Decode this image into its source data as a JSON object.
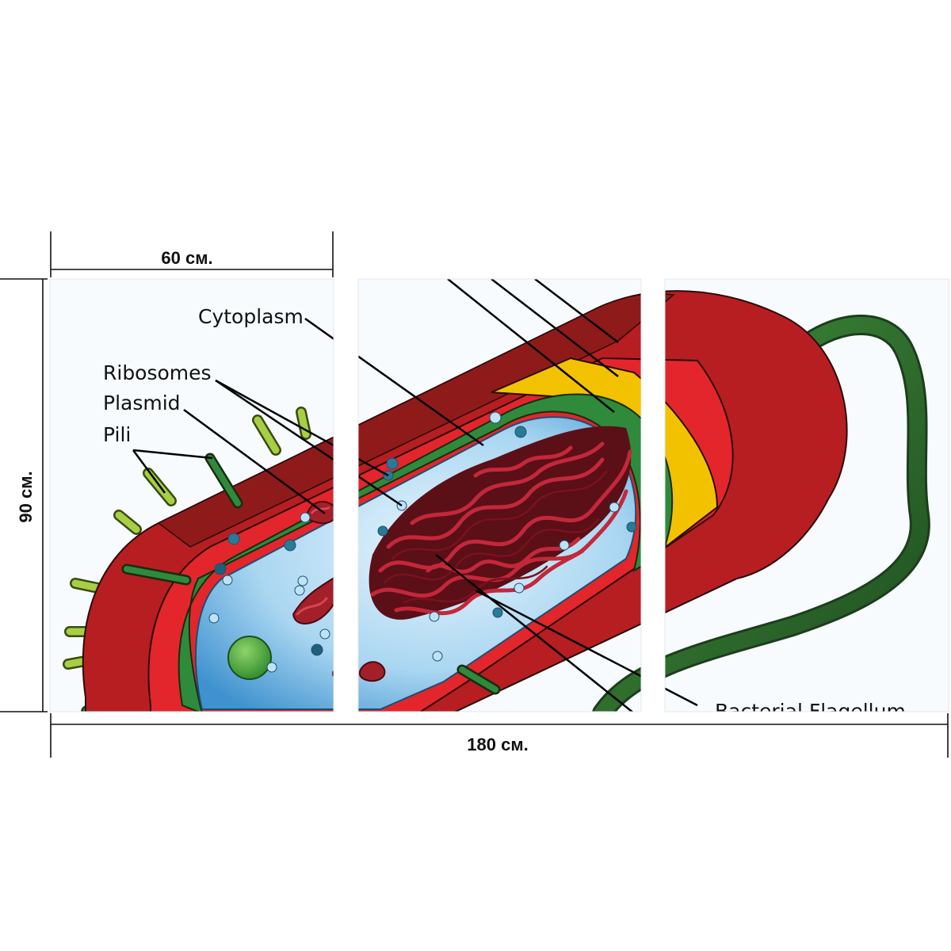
{
  "dimensions": {
    "panel_width": "60 см.",
    "total_width": "180 см.",
    "height": "90 см."
  },
  "diagram": {
    "labels": {
      "cytoplasm": "Cytoplasm",
      "ribosomes": "Ribosomes",
      "plasmid": "Plasmid",
      "pili": "Pili",
      "flagellum": "Bacterial Flagellum"
    },
    "colors": {
      "outer_membrane": "#b61e22",
      "cell_wall": "#e3262b",
      "periplasm": "#f2c200",
      "inner_membrane": "#2f8a3c",
      "cytoplasm": "#9fd0ee",
      "nucleoid": "#a31f2a",
      "ribosome": "#2a7a96",
      "flagellum": "#2d6b2c",
      "pili": "#8dbf3a"
    },
    "icons": [
      "bacterium-cell-illustration"
    ]
  }
}
